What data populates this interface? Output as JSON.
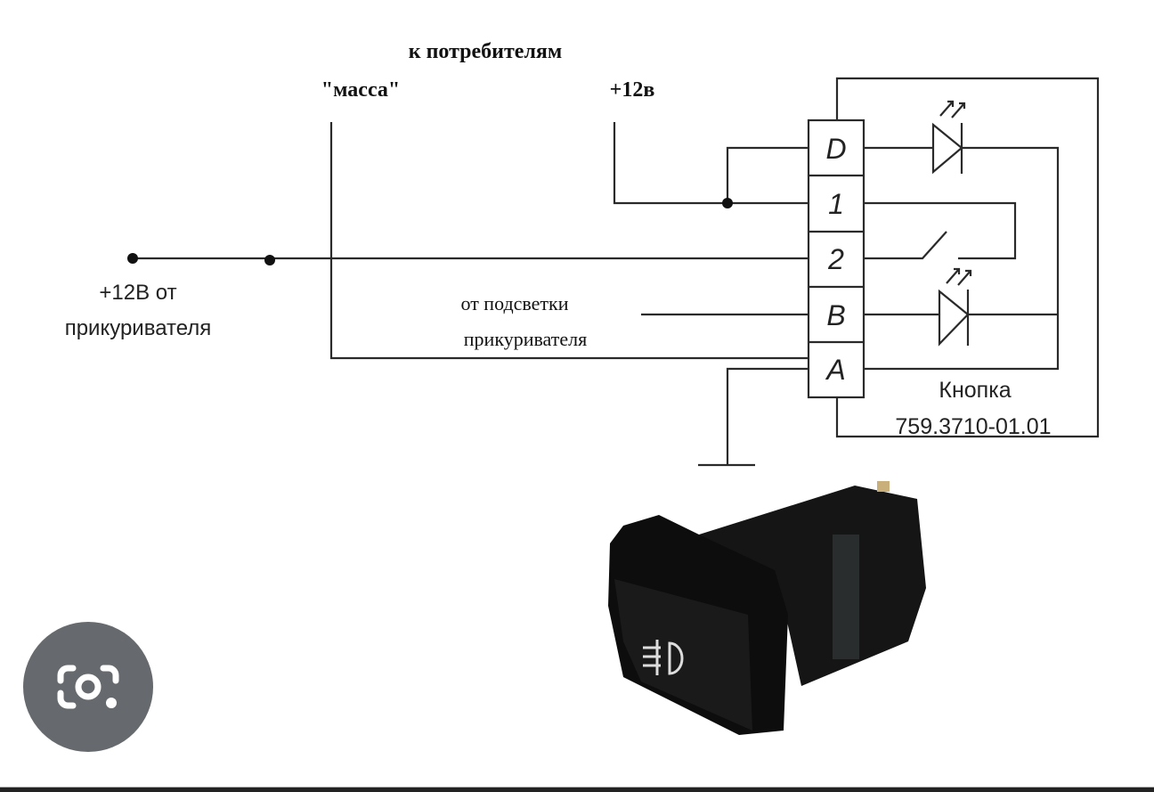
{
  "diagram": {
    "title": "к потребителям",
    "mass_label": "\"масса\"",
    "plus12_label": "+12в",
    "lighter_label_1": "+12В от",
    "lighter_label_2": "прикуривателя",
    "backlight_label_1": "от подсветки",
    "backlight_label_2": "прикуривателя",
    "pins": [
      "D",
      "1",
      "2",
      "B",
      "A"
    ],
    "button_label": "Кнопка",
    "button_model": "759.3710-01.01"
  },
  "lens_button": {
    "icon": "camera-search-icon"
  }
}
